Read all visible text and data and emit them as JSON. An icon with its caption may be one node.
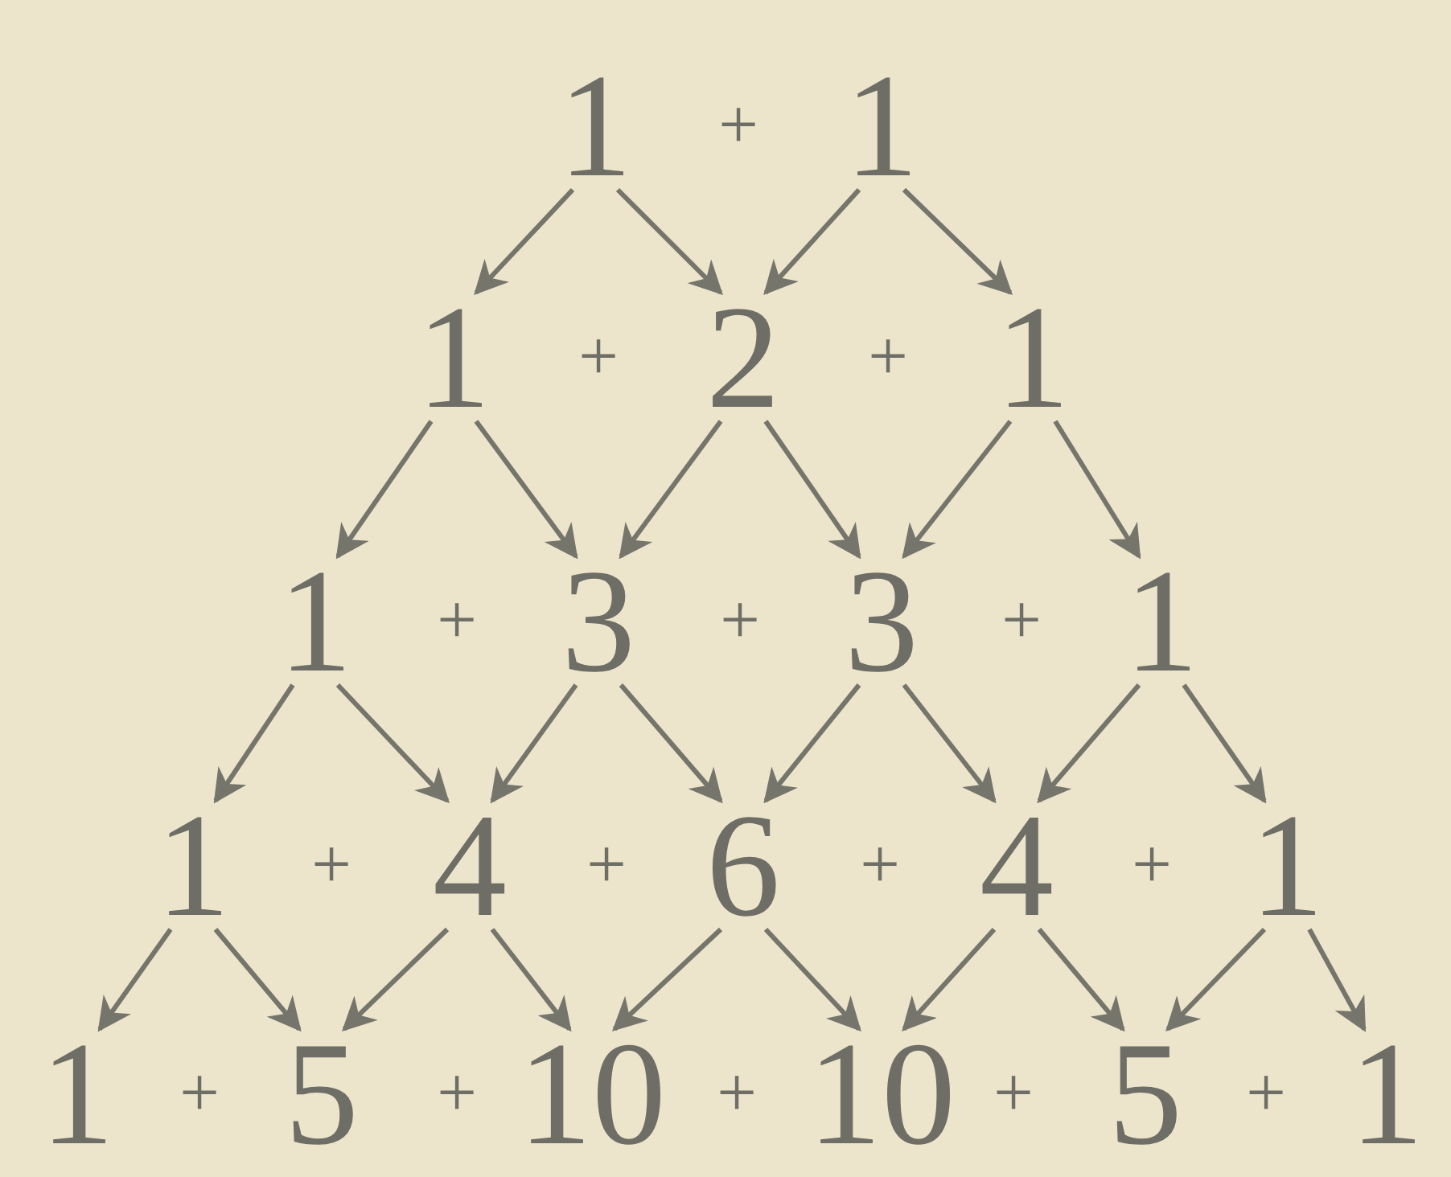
{
  "diagram": {
    "nodes": [
      {
        "text": [
          "1"
        ]
      },
      {
        "text": [
          "1"
        ]
      },
      {
        "text": [
          "1"
        ]
      },
      {
        "text": [
          "2"
        ]
      },
      {
        "text": [
          "1"
        ]
      },
      {
        "text": [
          "1"
        ]
      },
      {
        "text": [
          "3"
        ]
      },
      {
        "text": [
          "3"
        ]
      },
      {
        "text": [
          "1"
        ]
      },
      {
        "text": [
          "1"
        ]
      },
      {
        "text": [
          "4"
        ]
      },
      {
        "text": [
          "6"
        ]
      },
      {
        "text": [
          "4"
        ]
      },
      {
        "text": [
          "1"
        ]
      },
      {
        "text": [
          "1"
        ]
      },
      {
        "text": [
          "5"
        ]
      },
      {
        "text": [
          "10"
        ]
      },
      {
        "text": [
          "10"
        ]
      },
      {
        "text": [
          "5"
        ]
      },
      {
        "text": [
          "1"
        ]
      }
    ],
    "edges": [
      {
        "from": 0,
        "to": 2,
        "arrow": "to"
      },
      {
        "from": 0,
        "to": 3,
        "arrow": "to"
      },
      {
        "from": 1,
        "to": 3,
        "arrow": "to"
      },
      {
        "from": 1,
        "to": 4,
        "arrow": "to"
      },
      {
        "from": 2,
        "to": 5,
        "arrow": "to"
      },
      {
        "from": 2,
        "to": 6,
        "arrow": "to"
      },
      {
        "from": 3,
        "to": 6,
        "arrow": "to"
      },
      {
        "from": 3,
        "to": 7,
        "arrow": "to"
      },
      {
        "from": 4,
        "to": 7,
        "arrow": "to"
      },
      {
        "from": 4,
        "to": 8,
        "arrow": "to"
      },
      {
        "from": 5,
        "to": 9,
        "arrow": "to"
      },
      {
        "from": 5,
        "to": 10,
        "arrow": "to"
      },
      {
        "from": 6,
        "to": 10,
        "arrow": "to"
      },
      {
        "from": 6,
        "to": 11,
        "arrow": "to"
      },
      {
        "from": 7,
        "to": 11,
        "arrow": "to"
      },
      {
        "from": 7,
        "to": 12,
        "arrow": "to"
      },
      {
        "from": 8,
        "to": 12,
        "arrow": "to"
      },
      {
        "from": 8,
        "to": 13,
        "arrow": "to"
      },
      {
        "from": 9,
        "to": 14,
        "arrow": "to"
      },
      {
        "from": 9,
        "to": 15,
        "arrow": "to"
      },
      {
        "from": 10,
        "to": 15,
        "arrow": "to"
      },
      {
        "from": 10,
        "to": 16,
        "arrow": "to"
      },
      {
        "from": 11,
        "to": 16,
        "arrow": "to"
      },
      {
        "from": 11,
        "to": 17,
        "arrow": "to"
      },
      {
        "from": 12,
        "to": 17,
        "arrow": "to"
      },
      {
        "from": 12,
        "to": 18,
        "arrow": "to"
      },
      {
        "from": 13,
        "to": 18,
        "arrow": "to"
      },
      {
        "from": 13,
        "to": 19,
        "arrow": "to"
      }
    ],
    "labels": [
      "+",
      "+",
      "+",
      "+",
      "+",
      "+",
      "+",
      "+",
      "+",
      "+",
      "+",
      "+",
      "+",
      "+",
      "+"
    ]
  }
}
